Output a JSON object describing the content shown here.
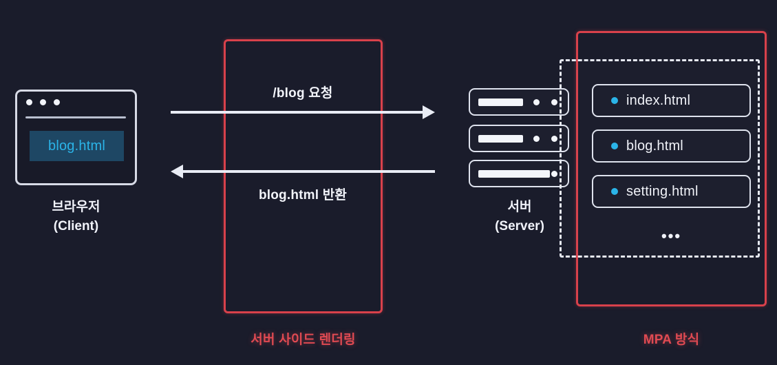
{
  "diagram": {
    "background_color": "#1a1c2b",
    "accent_red": "#d9414b",
    "accent_cyan": "#2bb4e8"
  },
  "client": {
    "browser_dots_count": 3,
    "page_label": "blog.html",
    "caption_line1": "브라우저",
    "caption_line2": "(Client)"
  },
  "flow": {
    "request_label": "/blog 요청",
    "response_label": "blog.html 반환"
  },
  "ssr_group": {
    "caption": "서버 사이드 렌더링"
  },
  "server": {
    "caption_line1": "서버",
    "caption_line2": "(Server)",
    "racks": [
      {
        "bar": "short",
        "leds": 2
      },
      {
        "bar": "short",
        "leds": 2
      },
      {
        "bar": "long",
        "leds": 1
      }
    ]
  },
  "mpa_group": {
    "caption": "MPA 방식",
    "files": [
      {
        "label": "index.html"
      },
      {
        "label": "blog.html"
      },
      {
        "label": "setting.html"
      }
    ],
    "ellipsis": "•••"
  }
}
